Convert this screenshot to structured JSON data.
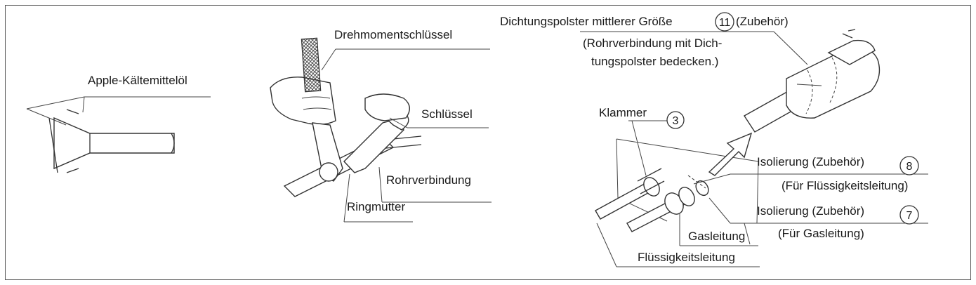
{
  "labels": {
    "oil": "Apple-Kältemittelöl",
    "torque_wrench": "Drehmomentschlüssel",
    "wrench": "Schlüssel",
    "pipe_joint": "Rohrverbindung",
    "flare_nut": "Ringmutter",
    "seal_pad": "Dichtungspolster mittlerer Größe",
    "seal_pad_accessory": "(Zubehör)",
    "seal_note_1": "(Rohrverbindung mit Dich-",
    "seal_note_2": "tungspolster bedecken.)",
    "clamp": "Klammer",
    "insulation_8": "Isolierung (Zubehör)",
    "insulation_8_note": "(Für Flüssigkeitsleitung)",
    "insulation_7": "Isolierung (Zubehör)",
    "insulation_7_note": "(Für Gasleitung)",
    "gas_pipe": "Gasleitung",
    "liquid_pipe": "Flüssigkeitsleitung"
  },
  "callouts": {
    "seal_pad_number": "11",
    "clamp_number": "3",
    "insulation_8_number": "8",
    "insulation_7_number": "7"
  }
}
